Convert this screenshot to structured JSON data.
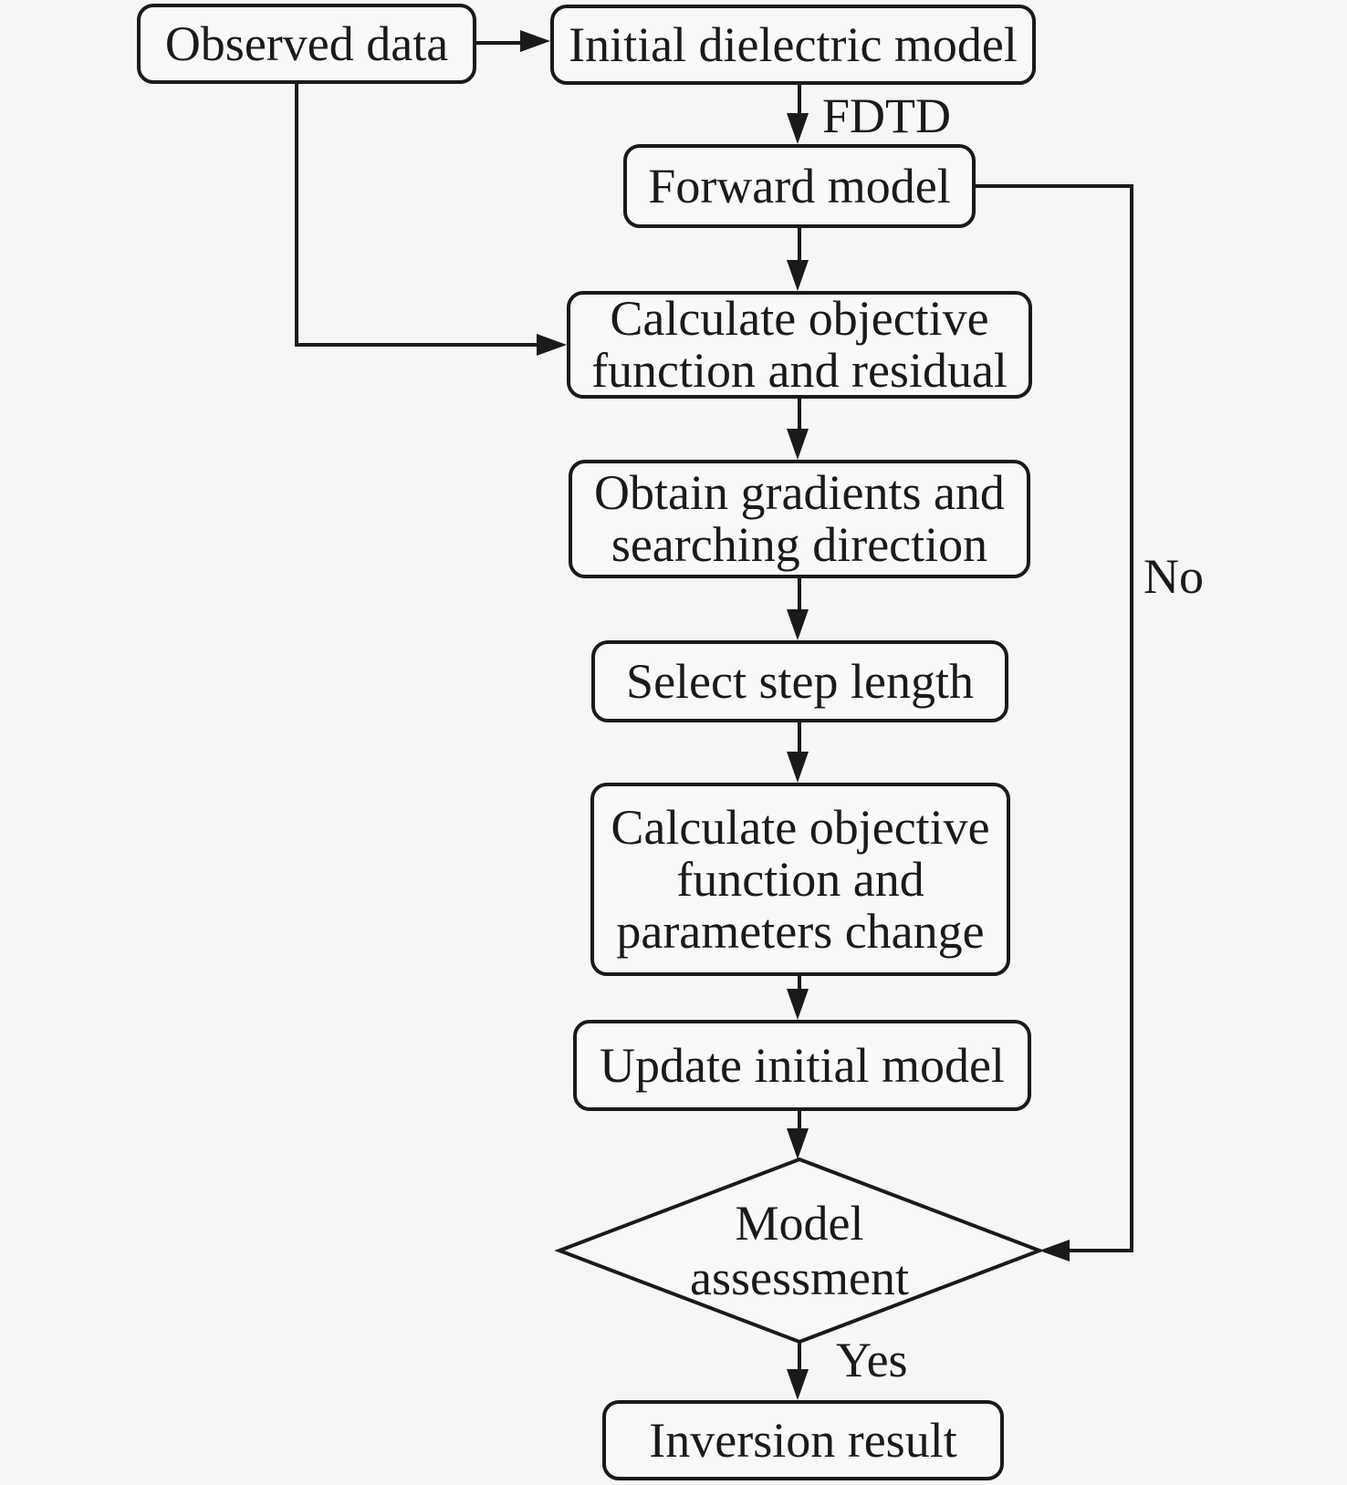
{
  "diagram": {
    "type": "flowchart",
    "background": "#f6f6f6",
    "node_fill": "#f9f9f9",
    "stroke_color": "#1a1a1a",
    "text_color": "#1a1a1a"
  },
  "nodes": {
    "observed_data": {
      "label": "Observed data",
      "shape": "rounded-rect"
    },
    "initial_dielectric_model": {
      "label": "Initial dielectric model",
      "shape": "rounded-rect"
    },
    "forward_model": {
      "label": "Forward model",
      "shape": "rounded-rect"
    },
    "calc_objective_residual": {
      "label": "Calculate objective\nfunction and residual",
      "shape": "rounded-rect"
    },
    "obtain_gradients": {
      "label": "Obtain gradients and\nsearching direction",
      "shape": "rounded-rect"
    },
    "select_step_length": {
      "label": "Select step length",
      "shape": "rounded-rect"
    },
    "calc_objective_params": {
      "label": "Calculate objective\nfunction and\nparameters change",
      "shape": "rounded-rect"
    },
    "update_initial_model": {
      "label": "Update initial model",
      "shape": "rounded-rect"
    },
    "model_assessment": {
      "label": "Model\nassessment",
      "shape": "diamond"
    },
    "inversion_result": {
      "label": "Inversion result",
      "shape": "rounded-rect"
    }
  },
  "edge_labels": {
    "fdtd": "FDTD",
    "yes": "Yes",
    "no": "No"
  }
}
